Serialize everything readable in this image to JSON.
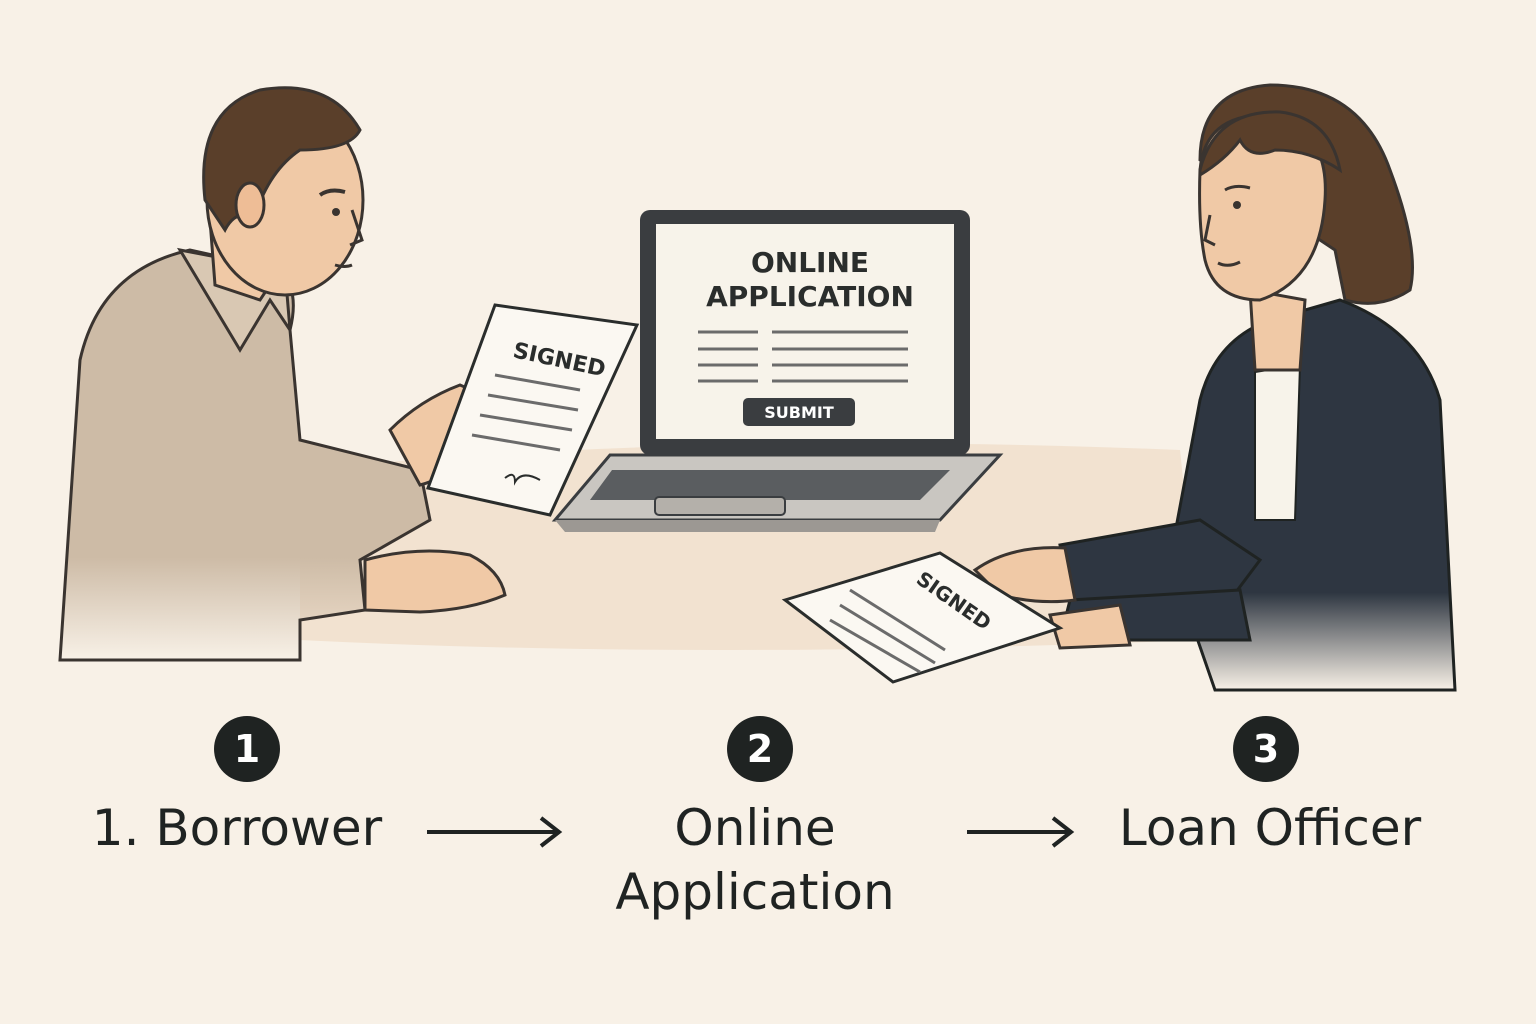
{
  "laptop_screen": {
    "title_line1": "ONLINE",
    "title_line2": "APPLICATION",
    "button_label": "SUBMIT"
  },
  "documents": {
    "borrower_doc_label": "SIGNED",
    "officer_doc_label": "SIGNED"
  },
  "steps": [
    {
      "number": "1",
      "label": "1. Borrower"
    },
    {
      "number": "2",
      "label_line1": "Online",
      "label_line2": "Application"
    },
    {
      "number": "3",
      "label": "Loan Officer"
    }
  ],
  "colors": {
    "background": "#f8f1e7",
    "text": "#1f2322",
    "borrower_shirt": "#cdbba6",
    "officer_jacket": "#2e3641",
    "skin": "#f0c9a6",
    "hair": "#5a3f2a",
    "laptop": "#3a3d40"
  },
  "icons": [
    "arrow-right-icon",
    "arrow-right-icon"
  ]
}
